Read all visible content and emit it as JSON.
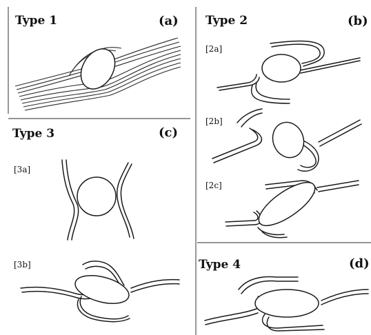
{
  "panels": {
    "a": {
      "type_label": "Type 1",
      "panel_label": "(a)"
    },
    "b": {
      "type_label": "Type 2",
      "panel_label": "(b)",
      "subs": [
        "[2a]",
        "[2b]",
        "[2c]"
      ]
    },
    "c": {
      "type_label": "Type 3",
      "panel_label": "(c)",
      "subs": [
        "[3a]",
        "[3b]"
      ]
    },
    "d": {
      "type_label": "Type 4",
      "panel_label": "(d)"
    }
  }
}
